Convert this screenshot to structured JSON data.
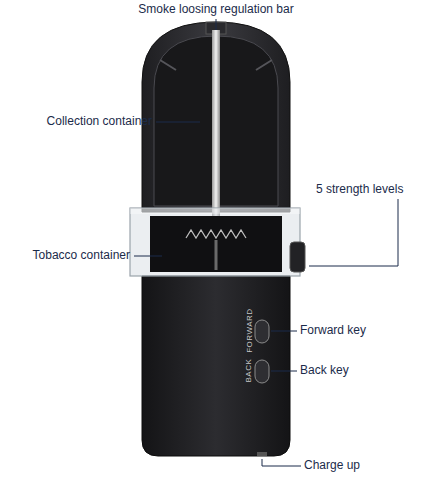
{
  "diagram": {
    "labels": [
      "Smoke loosing regulation bar",
      "Collection container",
      "5 strength levels",
      "Tobacco container",
      "FORWARD",
      "Forward key",
      "BACK",
      "Back key",
      "Charge up"
    ]
  }
}
